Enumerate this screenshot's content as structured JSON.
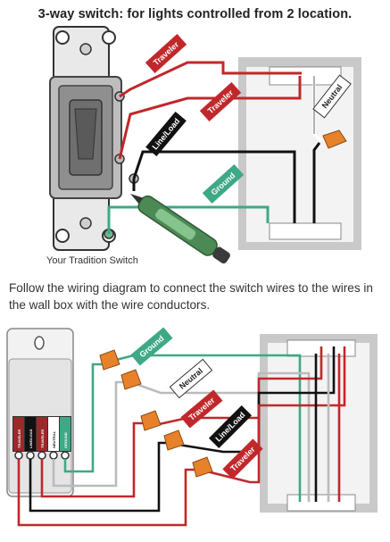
{
  "title": "3-way switch: for lights controlled from 2 location.",
  "top_caption": "Your Tradition Switch",
  "instruction": "Follow the wiring diagram to connect the switch wires to the wires in the wall box with the wire conductors.",
  "top_labels": {
    "traveler_1": "Traveler",
    "traveler_2": "Traveler",
    "line_load": "Line/Load",
    "ground": "Ground",
    "neutral": "Neutral"
  },
  "bottom_labels": {
    "ground": "Ground",
    "neutral": "Neutral",
    "traveler_1": "Traveler",
    "line_load": "Line/Load",
    "traveler_2": "Traveler"
  },
  "terminal_labels": [
    "TRAVELER",
    "LINE/LOAD",
    "TRAVELER",
    "NEUTRAL",
    "GROUND"
  ],
  "colors": {
    "traveler": "#c0282b",
    "line_load": "#111111",
    "ground": "#3fa886",
    "neutral": "#ffffff",
    "wire_nut": "#e8822a",
    "box_gray": "#c9c9c9",
    "tester_green": "#4c8a55"
  }
}
